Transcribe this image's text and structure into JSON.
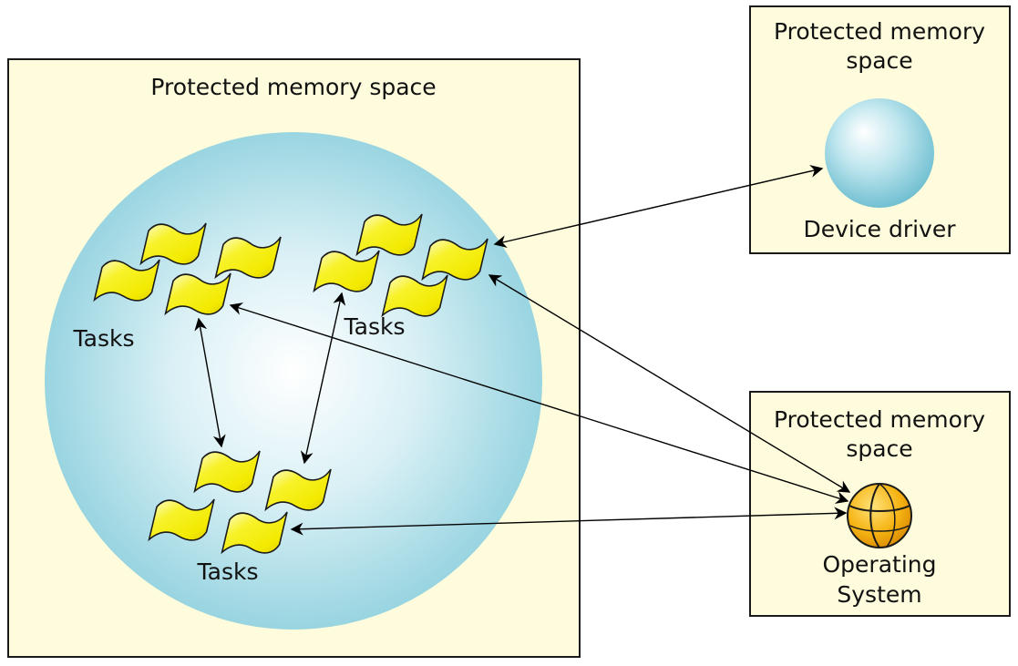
{
  "boxes": {
    "main": {
      "label": "Protected memory space"
    },
    "driver": {
      "label_line1": "Protected memory",
      "label_line2": "space"
    },
    "os": {
      "label_line1": "Protected memory",
      "label_line2": "space"
    }
  },
  "groups": {
    "left": {
      "label": "Tasks"
    },
    "right": {
      "label": "Tasks"
    },
    "bottom": {
      "label": "Tasks"
    }
  },
  "device_driver": {
    "label": "Device driver"
  },
  "operating_system": {
    "label_line1": "Operating",
    "label_line2": "System"
  },
  "colors": {
    "box_fill": "#fefcdc",
    "sphere_light": "#ffffff",
    "sphere_dark": "#8ccfdd",
    "task_yellow": "#f6f000",
    "os_orange": "#f2a200"
  },
  "icons": {
    "task": "wavy-flag-icon",
    "os": "segmented-globe-icon",
    "driver": "sphere-icon"
  }
}
